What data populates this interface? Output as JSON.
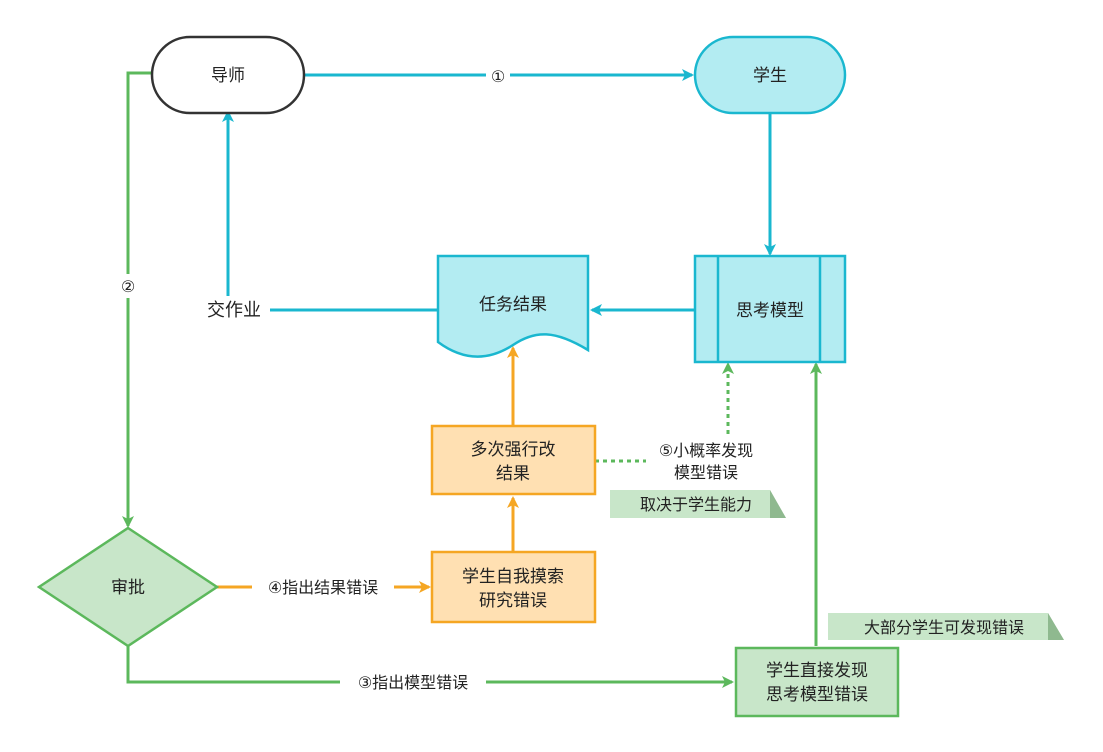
{
  "nodes": {
    "mentor": "导师",
    "student": "学生",
    "thinking_model": "思考模型",
    "task_result": "任务结果",
    "review": "审批",
    "force_edit_line1": "多次强行改",
    "force_edit_line2": "结果",
    "self_search_line1": "学生自我摸索",
    "self_search_line2": "研究错误",
    "direct_find_line1": "学生直接发现",
    "direct_find_line2": "思考模型错误"
  },
  "edges": {
    "e1": "①",
    "e2": "②",
    "e3": "③指出模型错误",
    "e4": "④指出结果错误",
    "e5_line1": "⑤小概率发现",
    "e5_line2": "模型错误",
    "submit": "交作业"
  },
  "notes": {
    "ability": "取决于学生能力",
    "most_students": "大部分学生可发现错误"
  },
  "colors": {
    "cyan": "#1ab7cf",
    "cyan_fill": "#b3ecf2",
    "green": "#5cb85c",
    "green_fill": "#c8e6c9",
    "orange": "#f5a623",
    "orange_fill": "#ffe0b2",
    "note_fill": "#c8e6c9"
  }
}
